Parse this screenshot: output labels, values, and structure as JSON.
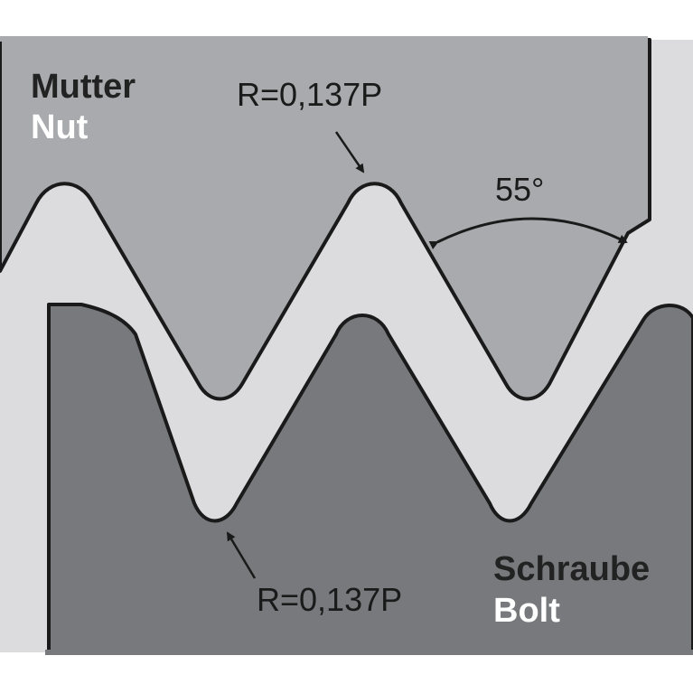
{
  "nut": {
    "label_de": "Mutter",
    "label_en": "Nut"
  },
  "bolt": {
    "label_de": "Schraube",
    "label_en": "Bolt"
  },
  "annotations": {
    "crest_radius": "R=0,137P",
    "root_radius": "R=0,137P",
    "thread_angle": "55°"
  },
  "colors": {
    "nut_fill": "#a8aaad",
    "bolt_fill": "#77797c",
    "gap_fill": "#dcdcde",
    "outline": "#1a1a1a",
    "label_dark": "#222222",
    "label_light": "#ffffff"
  }
}
